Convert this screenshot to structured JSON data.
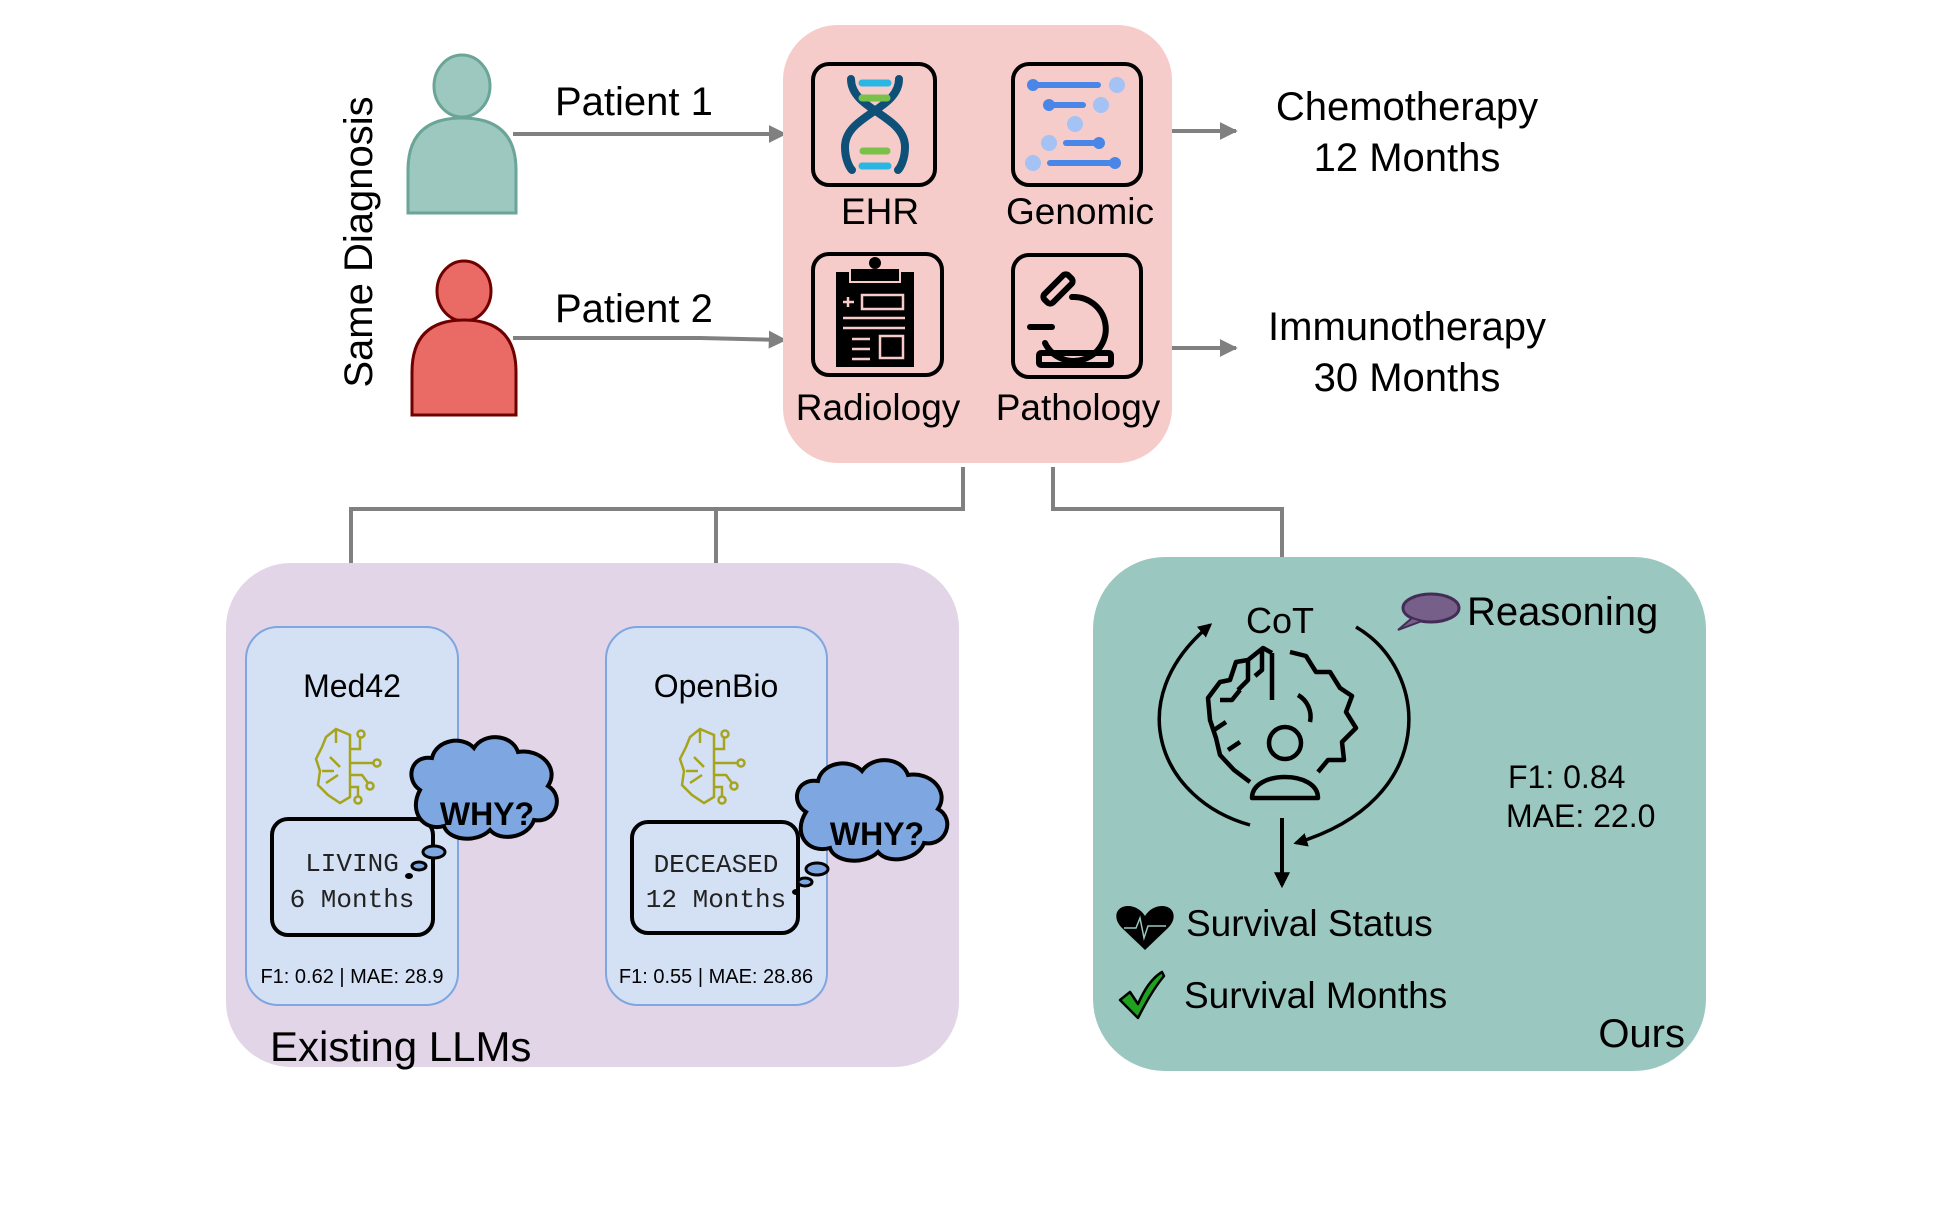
{
  "figure": {
    "side_label": "Same Diagnosis",
    "patients": [
      {
        "label": "Patient 1",
        "color": "#9CC8C0",
        "stroke": "#6AA597"
      },
      {
        "label": "Patient 2",
        "color": "#EA6B66",
        "stroke": "#6F0000"
      }
    ],
    "modalities": {
      "box_color": "#F6CCCB",
      "items": [
        {
          "label": "EHR",
          "icon": "dna-icon"
        },
        {
          "label": "Genomic",
          "icon": "genomic-sequence-icon"
        },
        {
          "label": "Radiology",
          "icon": "clipboard-report-icon"
        },
        {
          "label": "Pathology",
          "icon": "microscope-icon"
        }
      ]
    },
    "outcomes": [
      {
        "treatment": "Chemotherapy",
        "duration": "12 Months"
      },
      {
        "treatment": "Immunotherapy",
        "duration": "30 Months"
      }
    ],
    "existing": {
      "title": "Existing LLMs",
      "box_color": "#E1D5E7",
      "card_color": "#D4E1F5",
      "card_border": "#7EA6E0",
      "models": [
        {
          "name": "Med42",
          "prediction_status": "LIVING",
          "prediction_months": "6 Months",
          "question": "WHY?",
          "metrics": "F1: 0.62 | MAE: 28.9"
        },
        {
          "name": "OpenBio",
          "prediction_status": "DECEASED",
          "prediction_months": "12 Months",
          "question": "WHY?",
          "metrics": "F1: 0.55 | MAE: 28.86"
        }
      ],
      "cloud_color": "#7EA6E0",
      "brain_color": "#A5A41C"
    },
    "ours": {
      "title": "Ours",
      "box_color": "#9AC7BF",
      "cot_label": "CoT",
      "reasoning_label": "Reasoning",
      "bubble_color": "#76608A",
      "f1": "F1: 0.84",
      "mae": "MAE: 22.0",
      "outputs": [
        {
          "label": "Survival Status",
          "icon": "heartbeat-icon"
        },
        {
          "label": "Survival Months",
          "icon": "checkmark-icon"
        }
      ],
      "check_color": "#1FA01F"
    }
  }
}
